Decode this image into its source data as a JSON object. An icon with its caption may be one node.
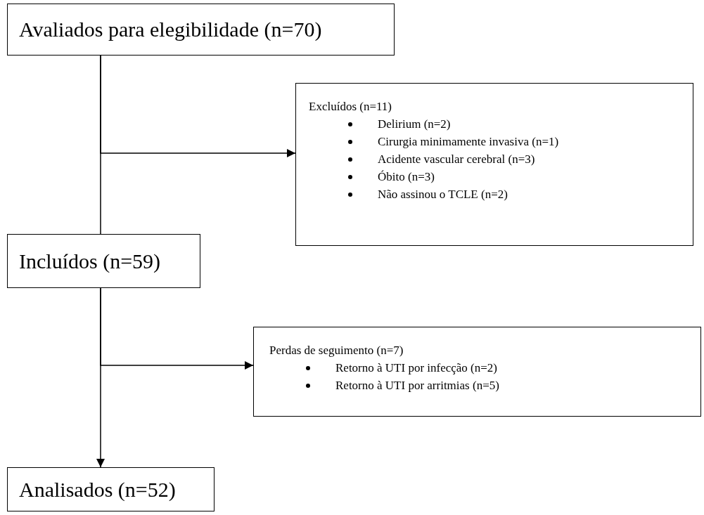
{
  "diagram": {
    "nodes": [
      {
        "text": [
          "Avaliados para elegibilidade (n=70)"
        ]
      },
      {
        "text": [
          "Excluídos (n=11)",
          "Delirium (n=2)",
          "Cirurgia minimamente invasiva (n=1)",
          "Acidente vascular cerebral (n=3)",
          "Óbito (n=3)",
          "Não assinou o TCLE (n=2)"
        ]
      },
      {
        "text": [
          "Incluídos (n=59)"
        ]
      },
      {
        "text": [
          "Perdas de seguimento (n=7)",
          "Retorno à UTI por infecção (n=2)",
          "Retorno à UTI por arritmias (n=5)"
        ]
      },
      {
        "text": [
          "Analisados (n=52)"
        ]
      }
    ],
    "edges": [
      {
        "from": 0,
        "to": 1,
        "arrow": "to"
      },
      {
        "from": 0,
        "to": 2,
        "arrow": "none"
      },
      {
        "from": 2,
        "to": 3,
        "arrow": "to"
      },
      {
        "from": 2,
        "to": 4,
        "arrow": "to"
      }
    ]
  }
}
